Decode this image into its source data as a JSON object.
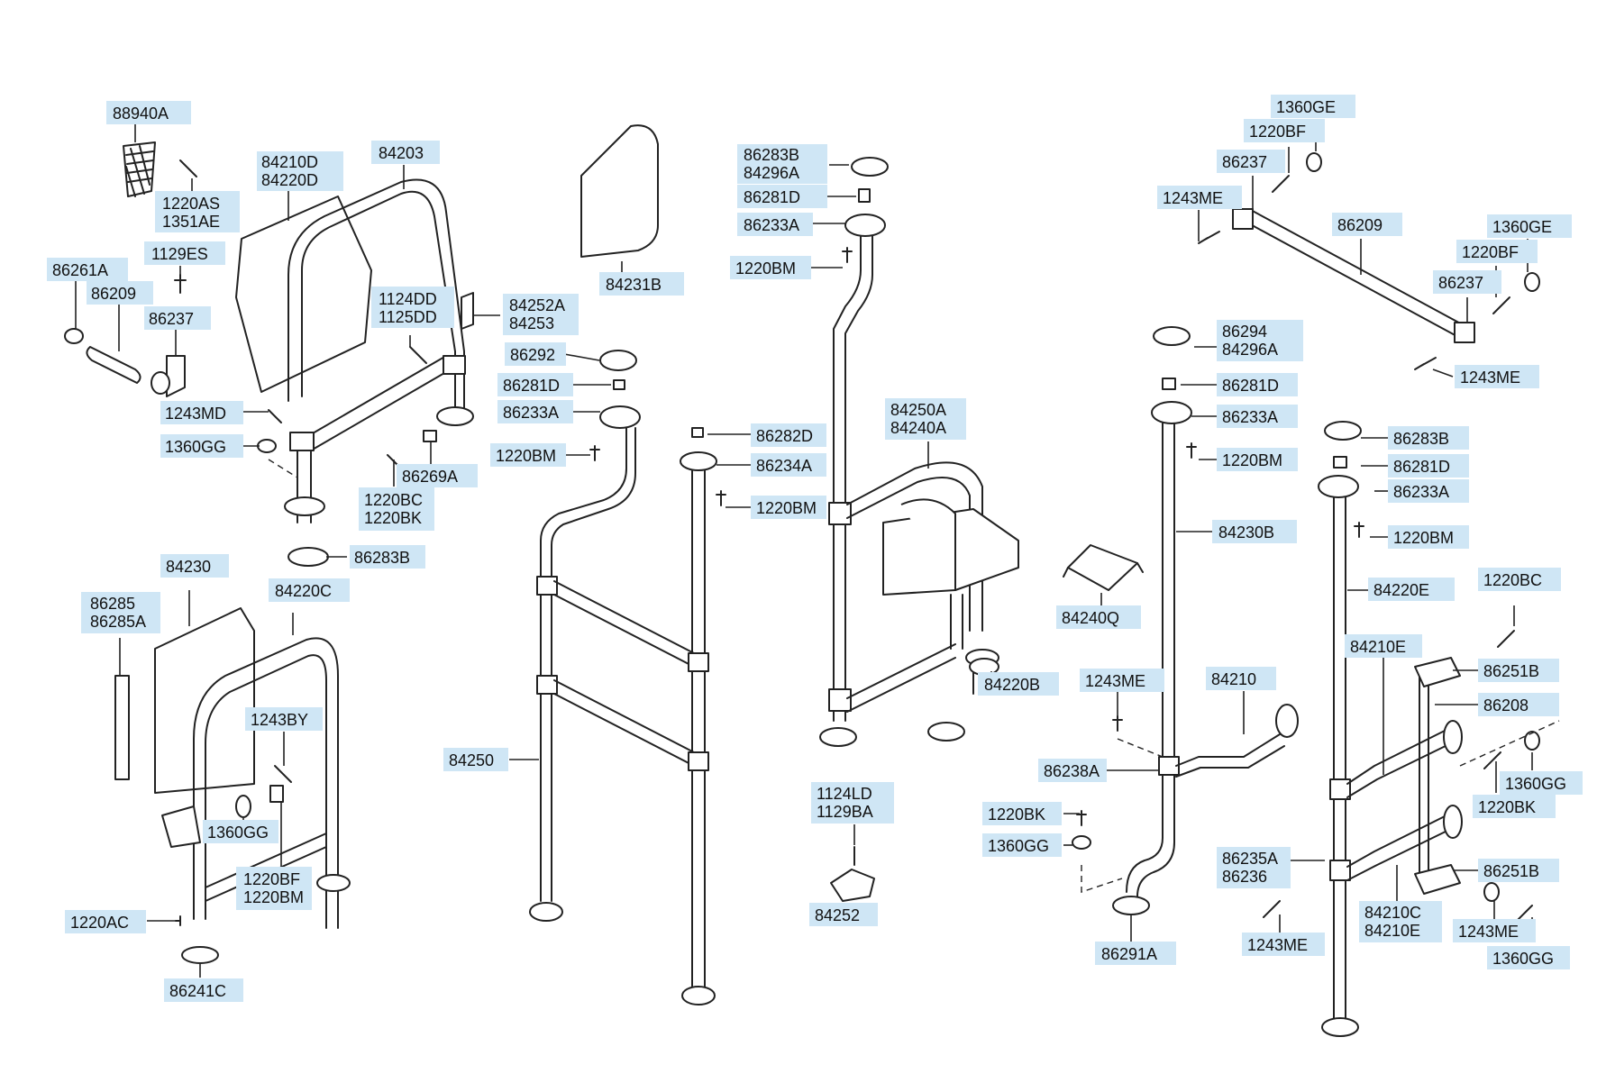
{
  "labels": {
    "l88940A": "88940A",
    "l84210D": "84210D",
    "l84220D": "84220D",
    "l84203": "84203",
    "l1220AS": "1220AS",
    "l1351AE": "1351AE",
    "l1129ES": "1129ES",
    "l86261A": "86261A",
    "l86209a": "86209",
    "l86237a": "86237",
    "l1124DDa": "1124DD",
    "l1125DD": "1125DD",
    "l84252A": "84252A",
    "l84253": "84253",
    "l1243MDa": "1243MD",
    "l1360GGa": "1360GG",
    "l1220BCa": "1220BC",
    "l1220BKa": "1220BK",
    "l86269A": "86269A",
    "l86283Ba": "86283B",
    "l84230": "84230",
    "l86285": "86285",
    "l86285A": "86285A",
    "l84220C": "84220C",
    "l1243BY": "1243BY",
    "l1360GGb": "1360GG",
    "l1220BF": "1220BF",
    "l1220BMa": "1220BM",
    "l1220AC": "1220AC",
    "l86241C": "86241C",
    "l84231B": "84231B",
    "l86292": "86292",
    "l86281Da": "86281D",
    "l86233Aa": "86233A",
    "l1220BMb": "1220BM",
    "l86282D": "86282D",
    "l86234A": "86234A",
    "l1220BMc": "1220BM",
    "l84250": "84250",
    "l86283Bb": "86283B",
    "l84296Aa": "84296A",
    "l86281Db": "86281D",
    "l86233Ab": "86233A",
    "l1220BMd": "1220BM",
    "l84250A": "84250A",
    "l84240A": "84240A",
    "l84220B": "84220B",
    "l84240Q": "84240Q",
    "l1124LD": "1124LD",
    "l1129BA": "1129BA",
    "l84252": "84252",
    "l1360GEa": "1360GE",
    "l1220BFa": "1220BF",
    "l86237b": "86237",
    "l1243MEa": "1243ME",
    "l86209b": "86209",
    "l1360GEb": "1360GE",
    "l1220BFb": "1220BF",
    "l86237c": "86237",
    "l1243MEb": "1243ME",
    "l86294": "86294",
    "l84296Ab": "84296A",
    "l86281Dc": "86281D",
    "l86233Ac": "86233A",
    "l1220BMe": "1220BM",
    "l84230B": "84230B",
    "l1243MEc": "1243ME",
    "l84210": "84210",
    "l86238A": "86238A",
    "l1220BKb": "1220BK",
    "l1360GGc": "1360GG",
    "l86291A": "86291A",
    "l86283Bc": "86283B",
    "l86281Dd": "86281D",
    "l86233Ad": "86233A",
    "l1220BMf": "1220BM",
    "l84220E": "84220E",
    "l1220BCb": "1220BC",
    "l84210E": "84210E",
    "l86251Ba": "86251B",
    "l86208": "86208",
    "l1360GGd": "1360GG",
    "l1220BKc": "1220BK",
    "l86235A": "86235A",
    "l86236": "86236",
    "l86251Bb": "86251B",
    "l1243MEd": "1243ME",
    "l84210C": "84210C",
    "l84210Eb": "84210E",
    "l1243MEe": "1243ME",
    "l1360GGe": "1360GG"
  }
}
